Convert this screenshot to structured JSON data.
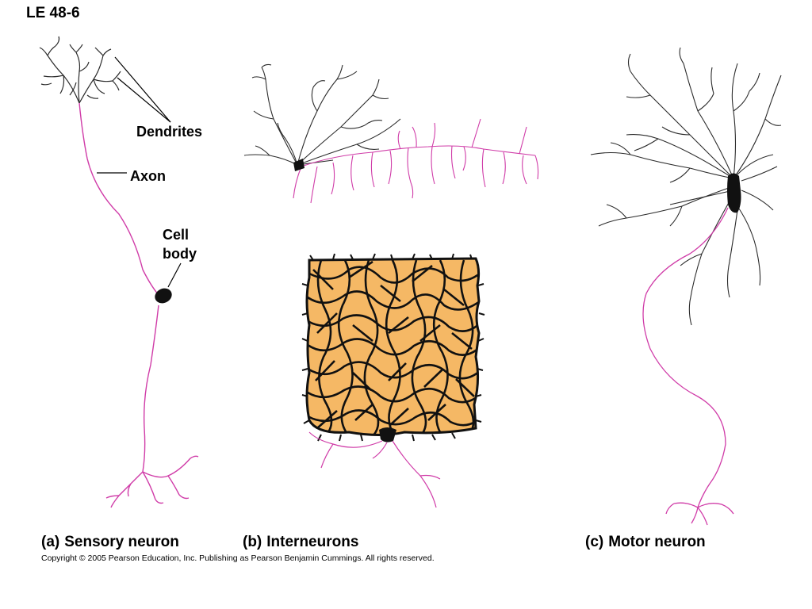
{
  "slide": {
    "title": "LE 48-6"
  },
  "labels": {
    "dendrites": "Dendrites",
    "axon": "Axon",
    "cell_body_line1": "Cell",
    "cell_body_line2": "body"
  },
  "captions": [
    {
      "tag": "(a)",
      "text": "Sensory neuron"
    },
    {
      "tag": "(b)",
      "text": "Interneurons"
    },
    {
      "tag": "(c)",
      "text": "Motor neuron"
    }
  ],
  "copyright": "Copyright © 2005 Pearson Education, Inc. Publishing as Pearson Benjamin Cummings. All rights reserved.",
  "colors": {
    "axon": "#d03ca8",
    "dendrite": "#2b2b2b",
    "cell_body": "#111111",
    "interneuron_fill": "#f5b865"
  }
}
